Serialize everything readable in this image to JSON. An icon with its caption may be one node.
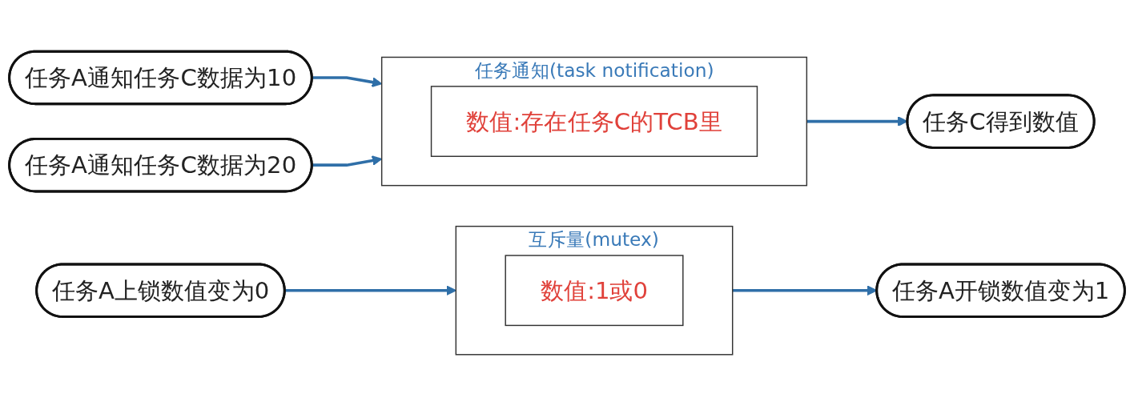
{
  "diagram": {
    "nodes": [
      {
        "text": [
          "任务A通知任务C数据为10"
        ]
      },
      {
        "text": [
          "任务A通知任务C数据为20"
        ]
      },
      {
        "text": [
          "任务通知(task notification)"
        ]
      },
      {
        "text": [
          "数值:存在任务C的TCB里"
        ],
        "in": 2
      },
      {
        "text": [
          "任务C得到数值"
        ]
      },
      {
        "text": [
          "任务A上锁数值变为0"
        ]
      },
      {
        "text": [
          "互斥量(mutex)"
        ]
      },
      {
        "text": [
          "数值:1或0"
        ],
        "in": 6
      },
      {
        "text": [
          "任务A开锁数值变为1"
        ]
      }
    ],
    "edges": [
      {
        "from": 0,
        "to": 2,
        "arrow": "to"
      },
      {
        "from": 1,
        "to": 2,
        "arrow": "to"
      },
      {
        "from": 2,
        "to": 4,
        "arrow": "to"
      },
      {
        "from": 5,
        "to": 6,
        "arrow": "to"
      },
      {
        "from": 6,
        "to": 8,
        "arrow": "to"
      }
    ]
  }
}
